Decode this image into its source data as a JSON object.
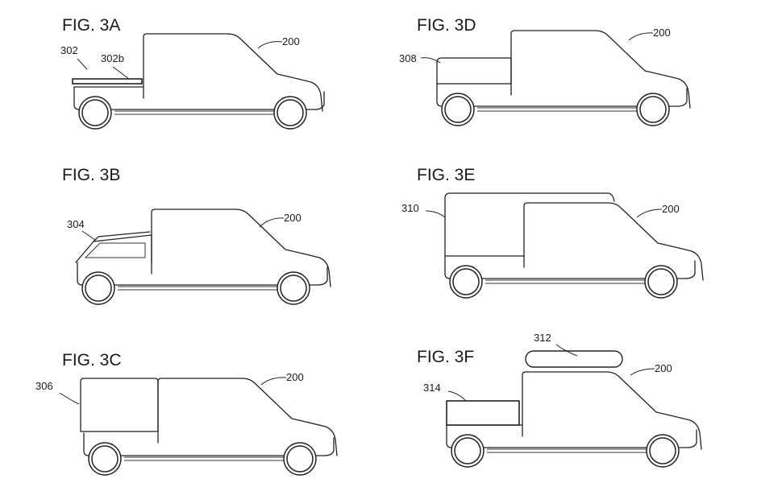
{
  "figures": [
    {
      "title": "FIG. 3A",
      "vehicle_ref": "200",
      "labels": [
        "302",
        "302b"
      ]
    },
    {
      "title": "FIG. 3B",
      "vehicle_ref": "200",
      "labels": [
        "304"
      ]
    },
    {
      "title": "FIG. 3C",
      "vehicle_ref": "200",
      "labels": [
        "306"
      ]
    },
    {
      "title": "FIG. 3D",
      "vehicle_ref": "200",
      "labels": [
        "308"
      ]
    },
    {
      "title": "FIG. 3E",
      "vehicle_ref": "200",
      "labels": [
        "310"
      ]
    },
    {
      "title": "FIG. 3F",
      "vehicle_ref": "200",
      "labels": [
        "312",
        "314"
      ]
    }
  ]
}
